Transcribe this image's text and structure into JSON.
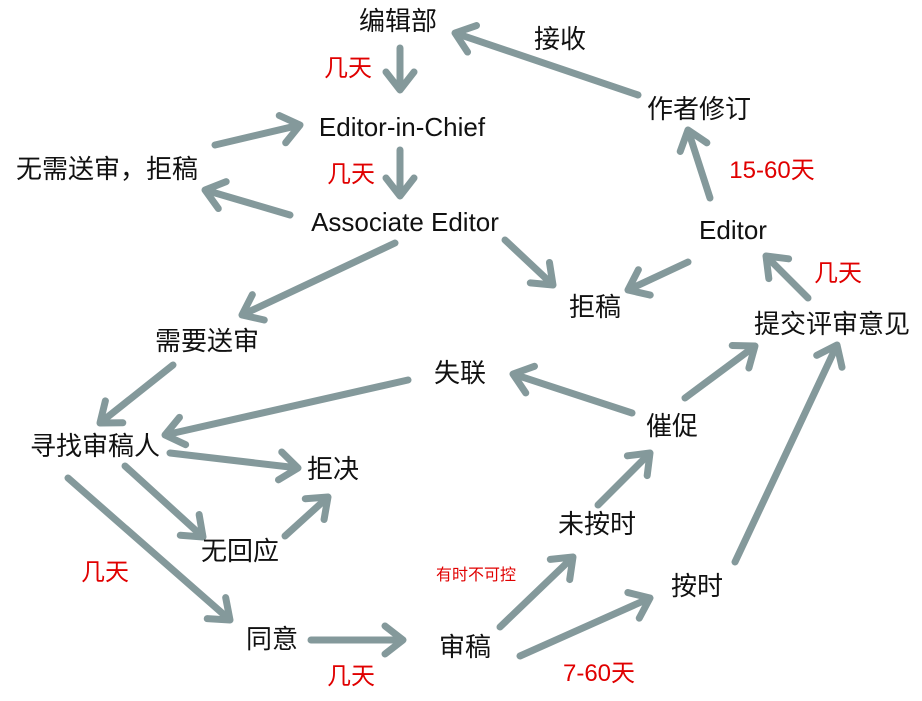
{
  "colors": {
    "arrow": "#84999b",
    "node_text": "#111111",
    "time_text": "#e00000",
    "background": "#ffffff"
  },
  "nodes": {
    "editorial_office": "编辑部",
    "editor_in_chief": "Editor-in-Chief",
    "no_review_reject": "无需送审，拒稿",
    "associate_editor": "Associate Editor",
    "reject": "拒稿",
    "editor": "Editor",
    "author_revision": "作者修订",
    "submit_comments": "提交评审意见",
    "needs_review": "需要送审",
    "find_reviewers": "寻找审稿人",
    "lost_contact": "失联",
    "decline": "拒决",
    "no_response": "无回应",
    "agree": "同意",
    "reviewing": "审稿",
    "not_on_time": "未按时",
    "on_time": "按时",
    "urge": "催促"
  },
  "edge_labels": {
    "receive": "接收"
  },
  "durations": {
    "office_to_chief": "几天",
    "chief_to_associate": "几天",
    "editor_to_revision": "15-60天",
    "comments_to_editor": "几天",
    "find_to_agree": "几天",
    "agree_to_review": "几天",
    "review_on_time": "7-60天"
  },
  "notes": {
    "uncontrollable": "有时不可控"
  }
}
